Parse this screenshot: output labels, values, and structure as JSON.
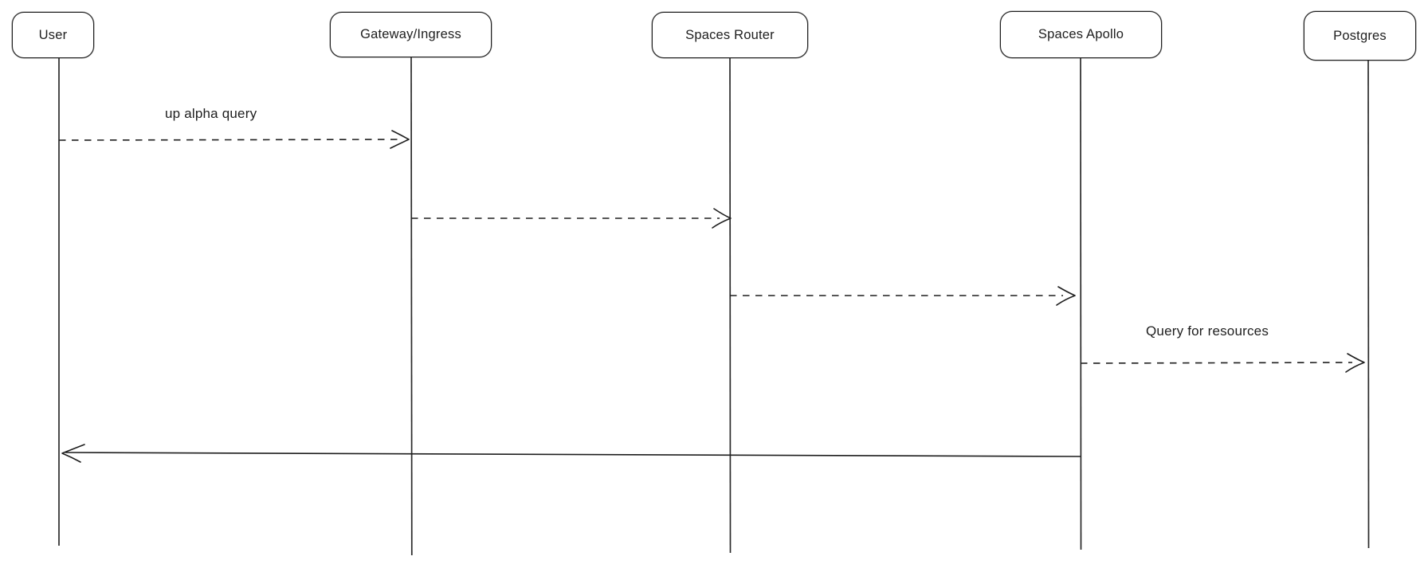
{
  "diagram": {
    "type": "sequence-diagram",
    "background_color": "#ffffff",
    "stroke_color": "#1e1e1e",
    "text_color": "#1e1e1e",
    "actors": [
      {
        "id": "user",
        "label": "User"
      },
      {
        "id": "gateway-ingress",
        "label": "Gateway/Ingress"
      },
      {
        "id": "spaces-router",
        "label": "Spaces Router"
      },
      {
        "id": "spaces-apollo",
        "label": "Spaces Apollo"
      },
      {
        "id": "postgres",
        "label": "Postgres"
      }
    ],
    "messages": [
      {
        "from": "User",
        "to": "Gateway/Ingress",
        "label": "up alpha query",
        "line": "dashed",
        "direction": "right"
      },
      {
        "from": "Gateway/Ingress",
        "to": "Spaces Router",
        "label": "",
        "line": "dashed",
        "direction": "right"
      },
      {
        "from": "Spaces Router",
        "to": "Spaces Apollo",
        "label": "",
        "line": "dashed",
        "direction": "right"
      },
      {
        "from": "Spaces Apollo",
        "to": "Postgres",
        "label": "Query for resources",
        "line": "dashed",
        "direction": "right"
      },
      {
        "from": "Spaces Apollo",
        "to": "User",
        "label": "",
        "line": "solid",
        "direction": "left"
      }
    ]
  }
}
